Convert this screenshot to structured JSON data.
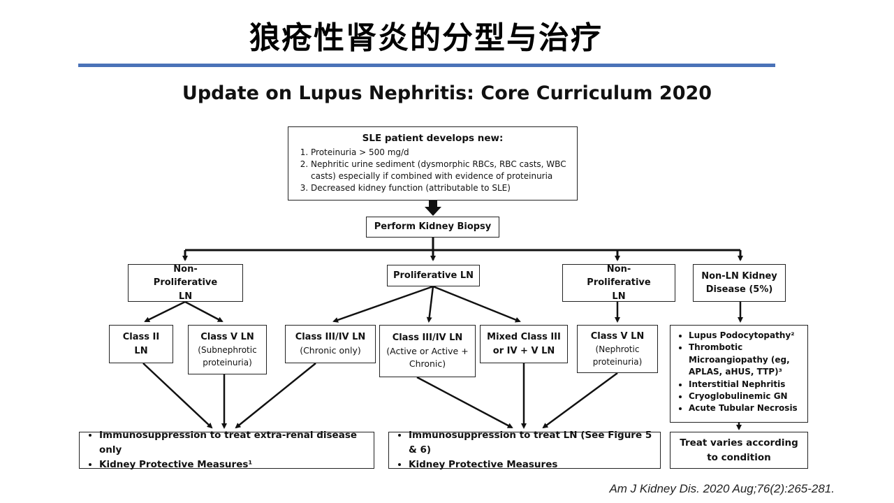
{
  "slide": {
    "title": "狼疮性肾炎的分型与治疗",
    "subtitle": "Update on Lupus Nephritis: Core Curriculum 2020",
    "citation": "Am J Kidney Dis. 2020 Aug;76(2):265-281.",
    "accent_color": "#4a72b8"
  },
  "flow": {
    "start": {
      "heading": "SLE patient develops new:",
      "items": [
        "Proteinuria > 500 mg/d",
        "Nephritic urine sediment (dysmorphic RBCs, RBC casts, WBC casts) especially if combined with evidence of proteinuria",
        "Decreased kidney function (attributable to SLE)"
      ]
    },
    "biopsy": "Perform Kidney Biopsy",
    "categories": {
      "nonprolif_left": "Non-Proliferative LN",
      "prolif": "Proliferative LN",
      "nonprolif_right": "Non-Proliferative LN",
      "non_ln": "Non-LN Kidney Disease (5%)"
    },
    "classes": {
      "class2": {
        "title": "Class II LN",
        "note": ""
      },
      "class5a": {
        "title": "Class V LN",
        "note": "(Subnephrotic proteinuria)"
      },
      "class34_chronic": {
        "title": "Class III/IV LN",
        "note": "(Chronic only)"
      },
      "class34_active": {
        "title": "Class III/IV LN",
        "note": "(Active or Active + Chronic)"
      },
      "mixed": {
        "title": "Mixed Class III or IV + V LN",
        "note": ""
      },
      "class5b": {
        "title": "Class V LN",
        "note": "(Nephrotic proteinuria)"
      }
    },
    "non_ln_list": {
      "items": [
        "Lupus Podocytopathy²",
        "Thrombotic Microangiopathy (eg, APLAS, aHUS, TTP)³",
        "Interstitial Nephritis",
        "Cryoglobulinemic GN",
        "Acute Tubular Necrosis"
      ]
    },
    "outcomes": {
      "left": [
        "Immunosuppression to treat extra-renal disease only",
        "Kidney Protective Measures¹"
      ],
      "middle": [
        "Immunosuppression to treat LN (See Figure 5 & 6)",
        "Kidney Protective Measures"
      ],
      "right": "Treat varies according to condition"
    }
  }
}
